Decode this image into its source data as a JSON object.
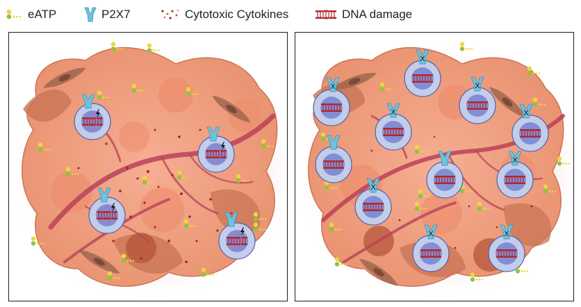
{
  "legend": {
    "items": [
      {
        "label": "eATP",
        "icon": "eatp-icon"
      },
      {
        "label": "P2X7",
        "icon": "p2x7-receptor-icon"
      },
      {
        "label": "Cytotoxic Cytokines",
        "icon": "cytokines-icon"
      },
      {
        "label": "DNA damage",
        "icon": "dna-damage-icon"
      }
    ]
  },
  "panels": {
    "left": {
      "cell_marker": "lightning-bolt-icon"
    },
    "right": {
      "cell_marker": "x-mark-icon",
      "mark_text": "X"
    }
  },
  "colors": {
    "eatp_yellow": "#f2d43c",
    "eatp_green": "#8cc63f",
    "p2x7_blue": "#6fc2de",
    "cytokine_red": "#a8201a",
    "dna_red": "#b2262c",
    "immune_cell": "#c3cdea",
    "nucleus": "#7f8fd6",
    "tumor_light": "#f4a58a",
    "tumor_dark": "#c97556",
    "vessel": "#b8425a",
    "halo": "#f8c8c8",
    "fibroblast": "#a0674f"
  }
}
